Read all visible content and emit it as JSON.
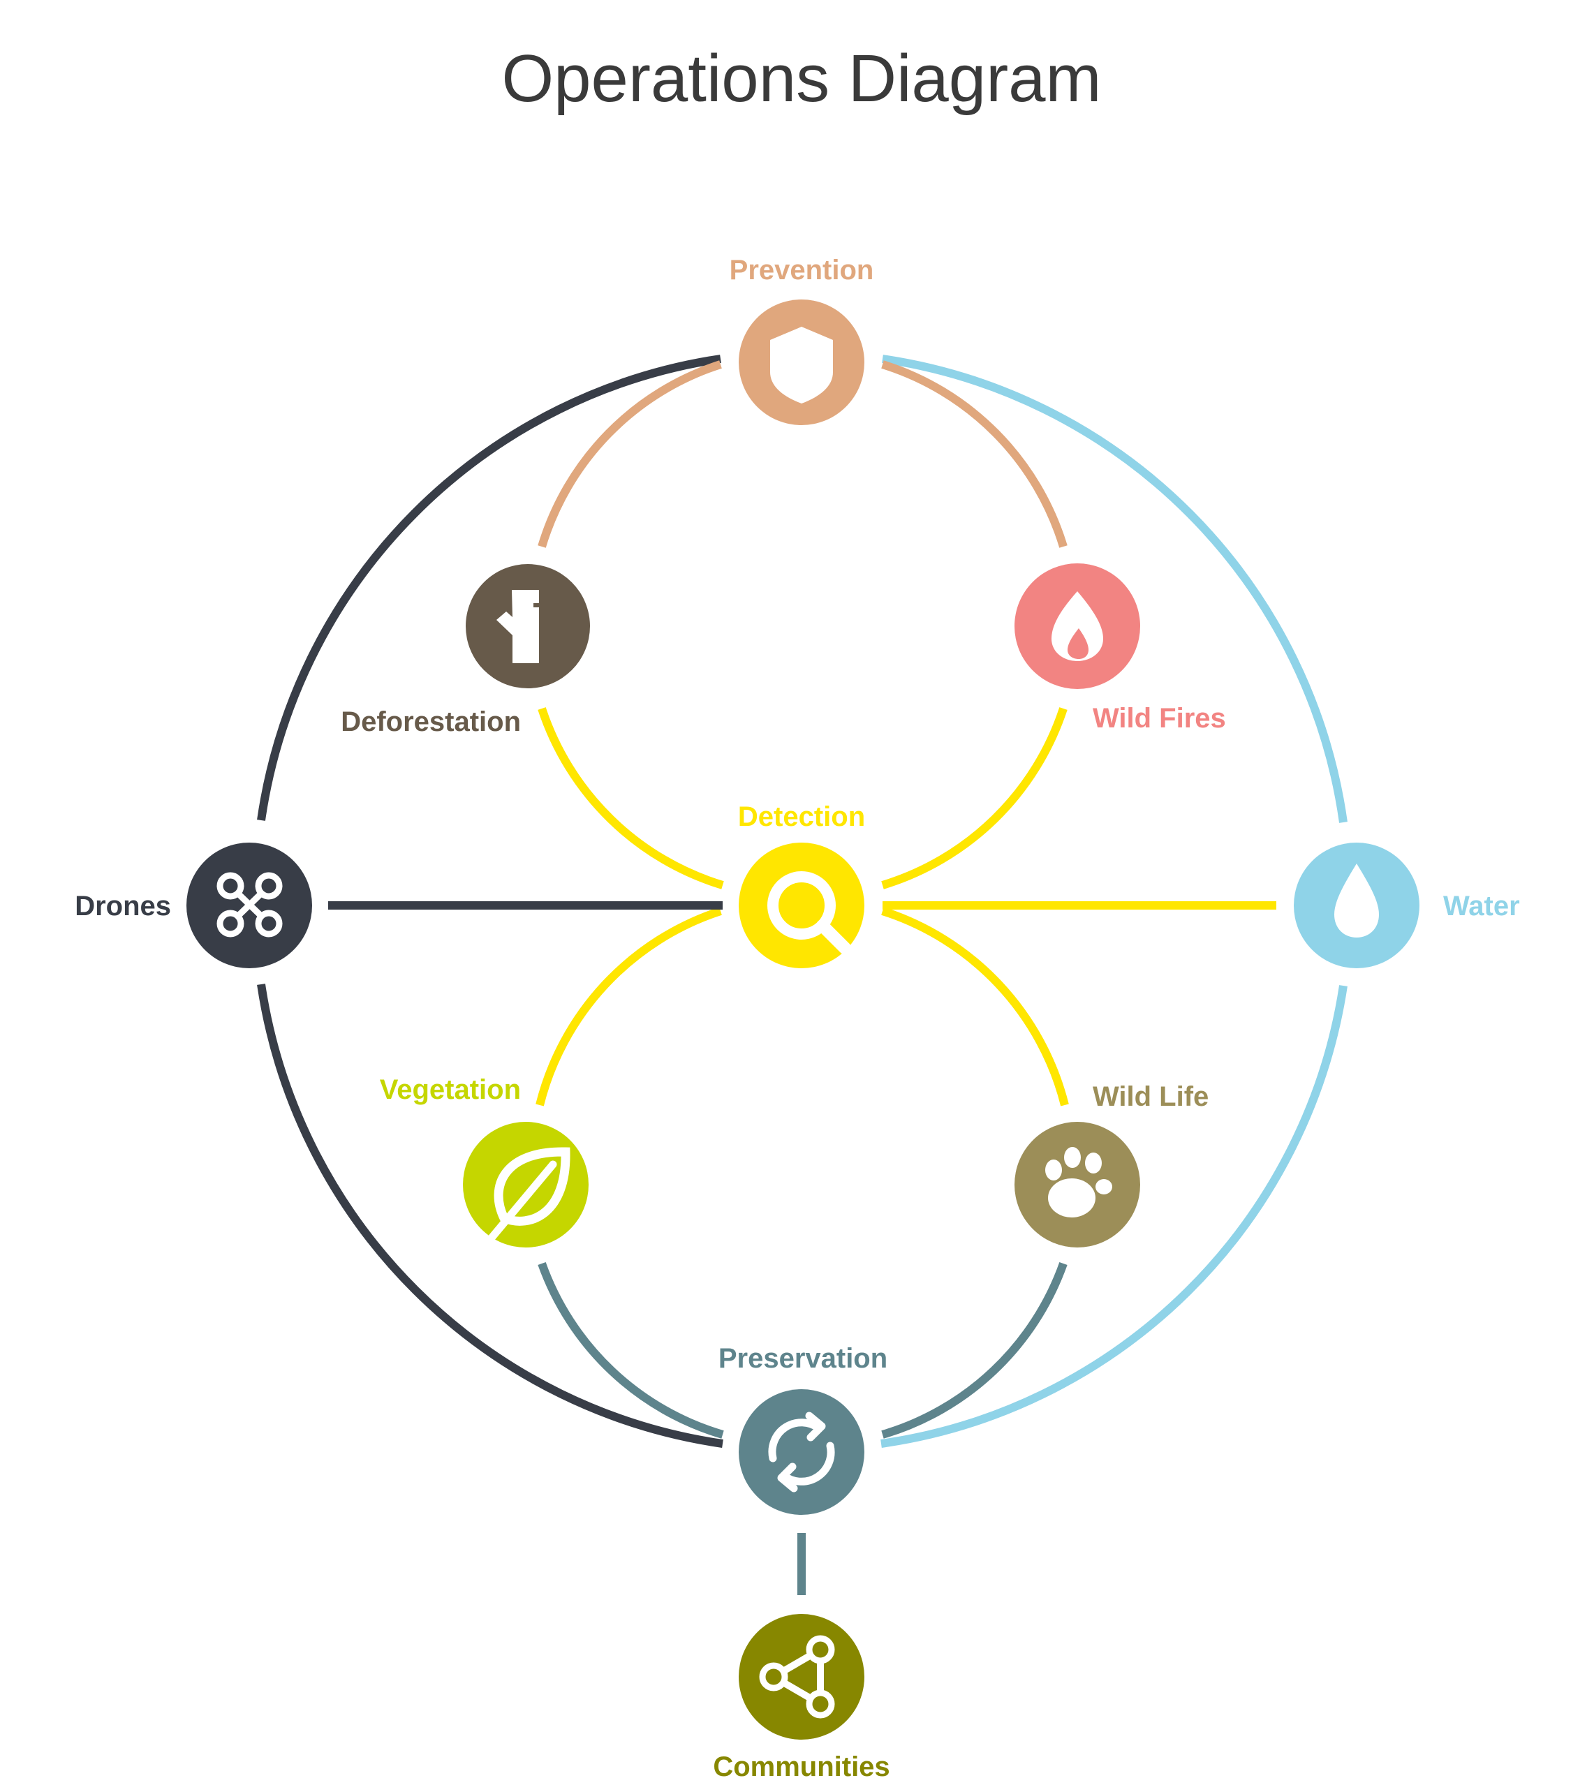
{
  "title": "Operations Diagram",
  "colors": {
    "title": "#3a3a3a",
    "background": "#ffffff",
    "prevention": "#E0A77D",
    "deforestation": "#675A4A",
    "wild_fires": "#F28482",
    "detection": "#FFE600",
    "drones": "#383D47",
    "water": "#8FD3E8",
    "vegetation": "#C5D600",
    "wild_life": "#9C8E58",
    "preservation": "#5E848C",
    "communities": "#878700",
    "icon_fill": "#ffffff"
  },
  "nodes": {
    "prevention": {
      "label": "Prevention",
      "icon": "shield-icon"
    },
    "deforestation": {
      "label": "Deforestation",
      "icon": "tree-stump-icon"
    },
    "wild_fires": {
      "label": "Wild Fires",
      "icon": "flame-icon"
    },
    "detection": {
      "label": "Detection",
      "icon": "magnifier-icon"
    },
    "drones": {
      "label": "Drones",
      "icon": "drone-icon"
    },
    "water": {
      "label": "Water",
      "icon": "water-drop-icon"
    },
    "vegetation": {
      "label": "Vegetation",
      "icon": "leaf-icon"
    },
    "wild_life": {
      "label": "Wild Life",
      "icon": "paw-icon"
    },
    "preservation": {
      "label": "Preservation",
      "icon": "refresh-cycle-icon"
    },
    "communities": {
      "label": "Communities",
      "icon": "share-network-icon"
    }
  },
  "connections": [
    {
      "from": "prevention",
      "to": "drones",
      "color_key": "drones"
    },
    {
      "from": "prevention",
      "to": "water",
      "color_key": "water"
    },
    {
      "from": "prevention",
      "to": "deforestation",
      "color_key": "prevention"
    },
    {
      "from": "prevention",
      "to": "wild_fires",
      "color_key": "prevention"
    },
    {
      "from": "deforestation",
      "to": "detection",
      "color_key": "detection"
    },
    {
      "from": "wild_fires",
      "to": "detection",
      "color_key": "detection"
    },
    {
      "from": "detection",
      "to": "vegetation",
      "color_key": "detection"
    },
    {
      "from": "detection",
      "to": "wild_life",
      "color_key": "detection"
    },
    {
      "from": "drones",
      "to": "detection",
      "color_key": "drones"
    },
    {
      "from": "detection",
      "to": "water",
      "color_key": "detection"
    },
    {
      "from": "drones",
      "to": "preservation",
      "color_key": "drones"
    },
    {
      "from": "water",
      "to": "preservation",
      "color_key": "water"
    },
    {
      "from": "vegetation",
      "to": "preservation",
      "color_key": "preservation"
    },
    {
      "from": "wild_life",
      "to": "preservation",
      "color_key": "preservation"
    },
    {
      "from": "preservation",
      "to": "communities",
      "color_key": "preservation"
    }
  ]
}
